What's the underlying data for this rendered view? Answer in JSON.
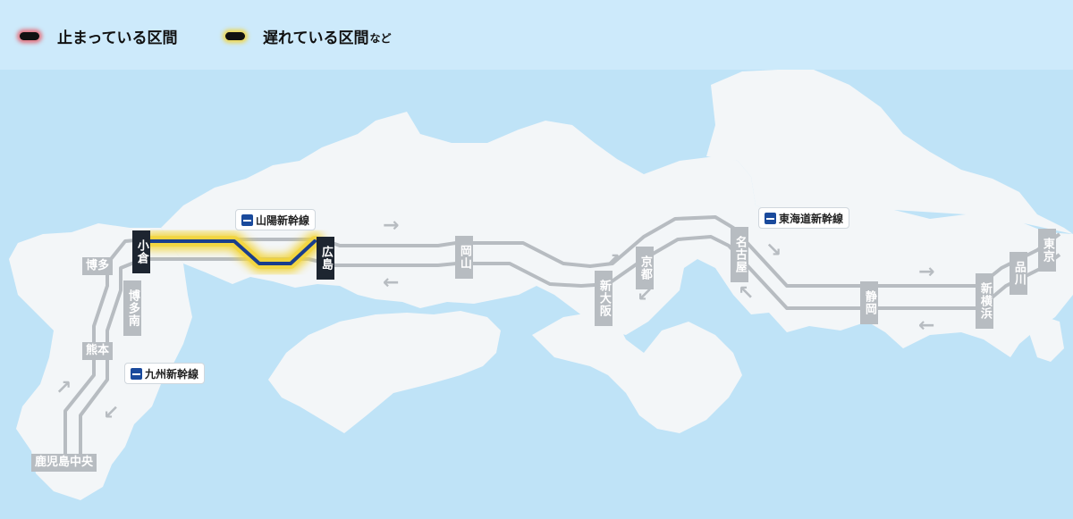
{
  "legend": {
    "stopped": {
      "label": "止まっている区間",
      "glow_color": "#e8505b"
    },
    "delayed": {
      "label": "遅れている区間",
      "suffix": "など",
      "glow_color": "#f2d43a"
    }
  },
  "colors": {
    "sea": "#bfe3f7",
    "land": "#f3f6f8",
    "track": "#b7bcc1",
    "active_track": "#1a3e8c",
    "delay_glow": "#f2d43a"
  },
  "lines": {
    "sanyo": "山陽新幹線",
    "tokaido": "東海道新幹線",
    "kyushu": "九州新幹線"
  },
  "stations": {
    "kokura": "小倉",
    "hiroshima": "広島",
    "hakata": "博多",
    "hakata_minami": "博多南",
    "kumamoto": "熊本",
    "kagoshima_chuo": "鹿児島中央",
    "okayama": "岡山",
    "shin_osaka": "新大阪",
    "kyoto": "京都",
    "nagoya": "名古屋",
    "shizuoka": "静岡",
    "shin_yokohama": "新横浜",
    "shinagawa": "品川",
    "tokyo": "東京"
  },
  "direction_arrows": {
    "sanyo_east": "→",
    "sanyo_west": "←",
    "shinosaka_up": "↗",
    "shinosaka_down": "↙",
    "nagoya_down": "↘",
    "nagoya_up": "↖",
    "tokaido_east": "→",
    "tokaido_west": "←",
    "kyushu_up": "↗",
    "kyushu_down": "↙"
  }
}
